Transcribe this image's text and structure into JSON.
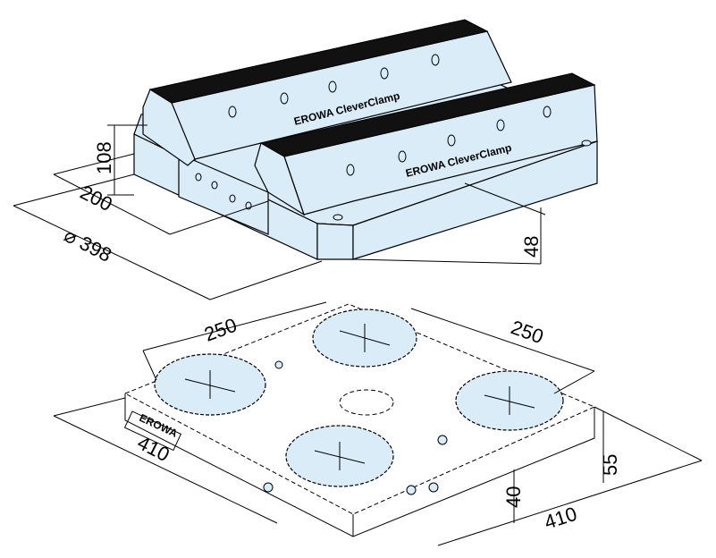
{
  "top_view": {
    "brand_label_1": "EROWA CleverClamp",
    "brand_label_2": "EROWA CleverClamp",
    "dimensions": {
      "height": "108",
      "width": "200",
      "diameter": "⌀ 398",
      "base_height": "48"
    }
  },
  "bottom_view": {
    "brand_label": "EROWA",
    "dimensions": {
      "spacing_left": "250",
      "spacing_right": "250",
      "length_left": "410",
      "length_right": "410",
      "height_front": "40",
      "height_right": "55"
    }
  },
  "colors": {
    "fill": "#d9ecf8",
    "line": "#000000",
    "rail": "#111111"
  }
}
